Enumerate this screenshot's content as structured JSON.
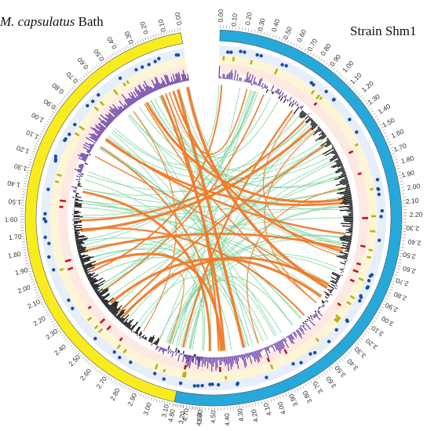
{
  "titles": {
    "left_italic": "M. capsulatus",
    "left_rest": " Bath",
    "right": "Strain Shm1"
  },
  "genomes": [
    {
      "id": "bath",
      "size_mb": 3.3,
      "color": "#f8ec1f",
      "start_deg": 350,
      "end_deg": 184,
      "major_ticks": [
        "0.00",
        "0.20",
        "0.40",
        "0.60",
        "0.80",
        "1.00",
        "1.20",
        "1.40",
        "1.60",
        "1.80",
        "2.00",
        "2.20",
        "2.40",
        "2.60",
        "2.80",
        "3.00",
        "3.20"
      ],
      "minor_ticks": [
        "0.10",
        "0.30",
        "0.50",
        "0.70",
        "0.90",
        "1.10",
        "1.30",
        "1.50",
        "1.70",
        "1.90",
        "2.10",
        "2.30",
        "2.50",
        "2.70",
        "2.90",
        "3.10",
        "3.30"
      ]
    },
    {
      "id": "shm1",
      "size_mb": 4.8,
      "color": "#27a8da",
      "start_deg": 2,
      "end_deg": 192,
      "major_ticks": [
        "0.00",
        "0.20",
        "0.40",
        "0.60",
        "0.80",
        "1.00",
        "1.20",
        "1.40",
        "1.60",
        "1.80",
        "2.00",
        "2.20",
        "2.40",
        "2.60",
        "2.80",
        "3.00",
        "3.20",
        "3.40",
        "3.60",
        "3.80",
        "4.00",
        "4.20",
        "4.40",
        "4.60",
        "4.80"
      ],
      "minor_ticks": [
        "0.10",
        "0.30",
        "0.50",
        "0.70",
        "0.90",
        "1.10",
        "1.30",
        "1.50",
        "1.70",
        "1.90",
        "2.10",
        "2.30",
        "2.50",
        "2.70",
        "2.90",
        "3.10",
        "3.30",
        "3.50",
        "3.70",
        "3.90",
        "4.10",
        "4.30",
        "4.50",
        "4.70"
      ]
    }
  ],
  "tracks": {
    "ring_background_colors": [
      "#e6eefa",
      "#fdf5d6",
      "#fde9e2"
    ],
    "marker_colors": {
      "blue": "#1a4f9c",
      "olive": "#b6b21c",
      "red": "#c8141e"
    },
    "gc_skew_colors": {
      "positive": "#6a3fa6",
      "negative": "#111111"
    }
  },
  "links": {
    "colors": {
      "minor": "#7fd6a0",
      "major": "#f07a2a"
    }
  }
}
